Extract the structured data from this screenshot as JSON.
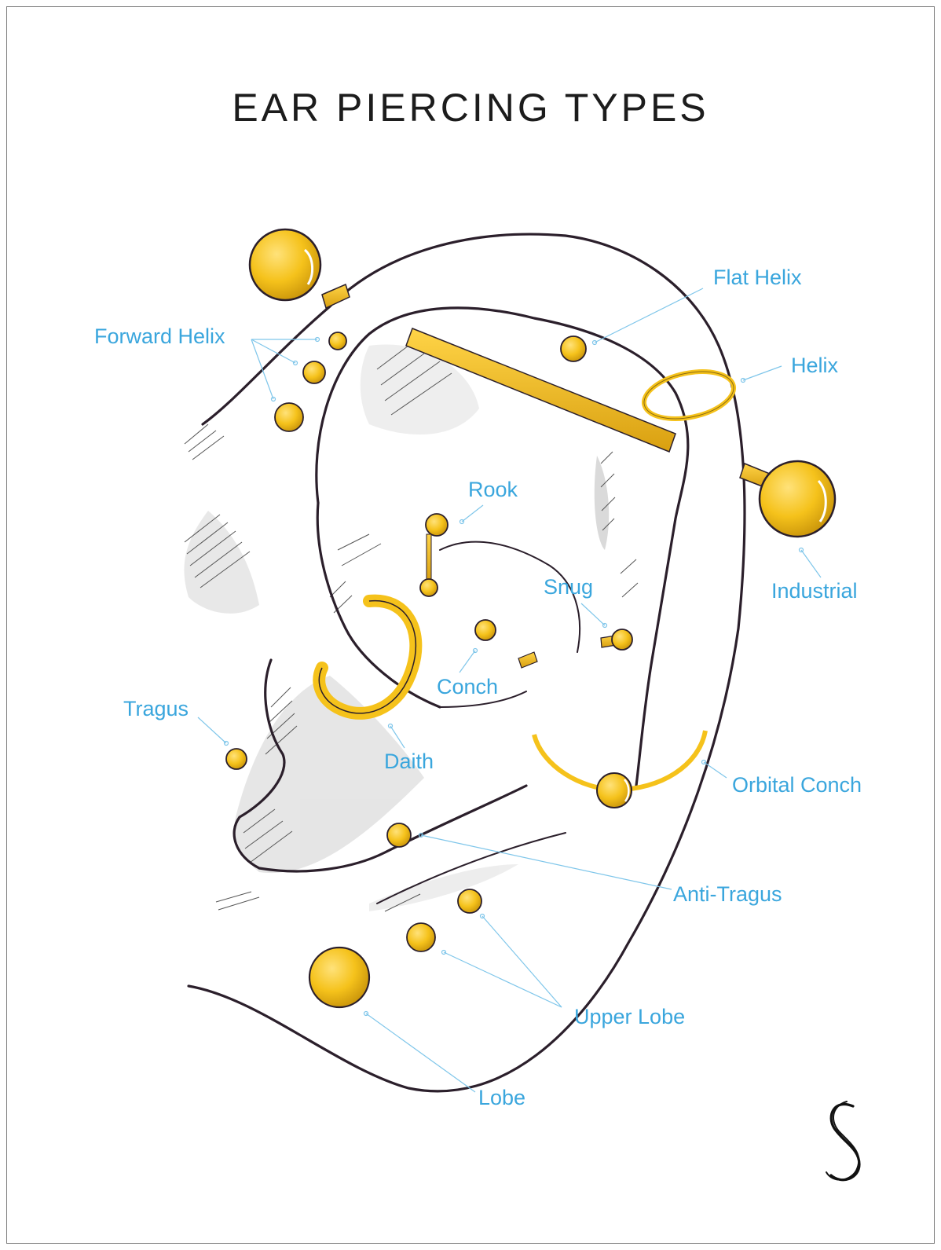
{
  "title": "EAR PIERCING TYPES",
  "colors": {
    "label": "#3aa6dd",
    "leader": "#7fc6ea",
    "gold": "#f5c21b",
    "gold_dark": "#c8930a",
    "outline": "#2b1f2b",
    "shade": "#d9d9d9"
  },
  "logo": {
    "icon": "double-s-logo-icon",
    "glyph": "S"
  },
  "labels": {
    "forward_helix": "Forward Helix",
    "flat_helix": "Flat Helix",
    "helix": "Helix",
    "rook": "Rook",
    "snug": "Snug",
    "industrial": "Industrial",
    "conch": "Conch",
    "tragus": "Tragus",
    "daith": "Daith",
    "orbital_conch": "Orbital Conch",
    "anti_tragus": "Anti-Tragus",
    "upper_lobe": "Upper Lobe",
    "lobe": "Lobe"
  }
}
